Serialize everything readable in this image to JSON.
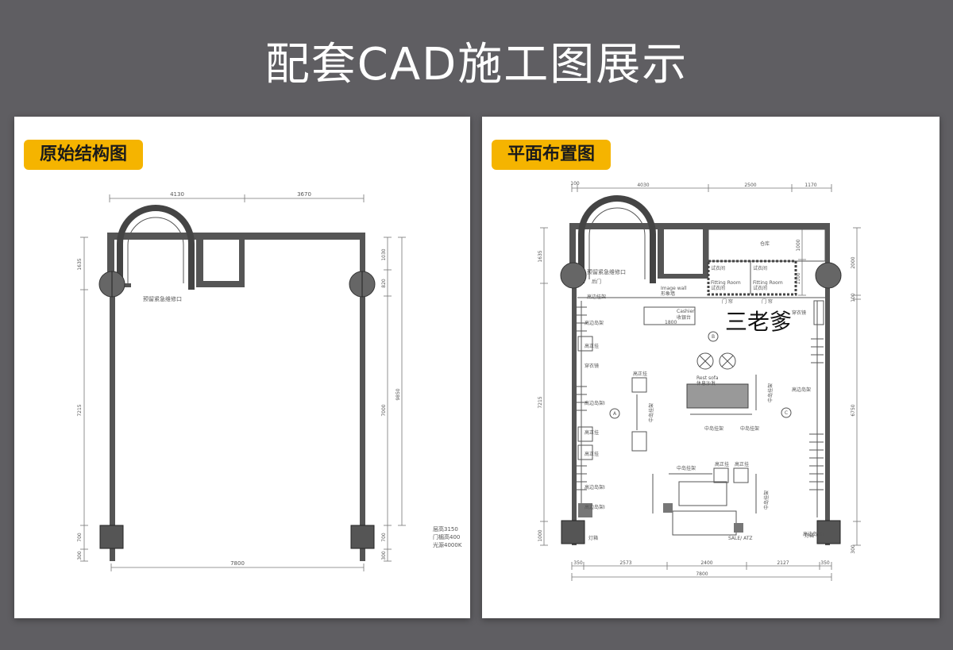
{
  "title": "配套CAD施工图展示",
  "colors": {
    "background": "#5f5e62",
    "label": "#f5b400",
    "panel": "#ffffff"
  },
  "panels": {
    "left": {
      "label": "原始结构图",
      "dims_top": [
        "4130",
        "3670"
      ],
      "dims_bottom": [
        "7800"
      ],
      "dims_left": [
        "1635",
        "7215",
        "700",
        "300"
      ],
      "dims_right": [
        "1030",
        "820",
        "7000",
        "9850",
        "700",
        "300"
      ],
      "emergency_label": "预留紧急维修口",
      "notes": [
        "层高3150",
        "门楣高400",
        "光源4000K"
      ]
    },
    "right": {
      "label": "平面布置图",
      "dims_top": [
        "100",
        "4030",
        "2500",
        "1170"
      ],
      "dims_bottom_1": [
        "350",
        "2573",
        "2400",
        "2127",
        "350"
      ],
      "dims_bottom_2": [
        "7800"
      ],
      "dims_left": [
        "1635",
        "7215",
        "1000"
      ],
      "dims_right": [
        "1000",
        "1100",
        "2000",
        "100",
        "6750",
        "300"
      ],
      "emergency_label": "预留紧急维修口",
      "brand": "三老爹",
      "rooms": {
        "storage": "仓库",
        "fitting_1": "试衣间",
        "fitting_2": "试衣间",
        "fitting_room_1_en": "Fitting Room",
        "fitting_room_1": "试衣间",
        "fitting_room_2_en": "Fitting Room",
        "fitting_room_2": "试衣间",
        "door_left": "门 帘",
        "door_right": "门 帘",
        "back_door": "后门",
        "image_wall_en": "Image wall",
        "image_wall": "形象墙",
        "cashier_en": "Cashier",
        "cashier": "收银台",
        "cashier_width": "1800",
        "rest_sofa_en": "Rest sofa",
        "rest_sofa": "休息沙发"
      },
      "fixtures": {
        "high_side_1": "高边挂架",
        "high_side_2": "高边岛架",
        "high_side_3": "高边岛架I",
        "high_side_4": "高边岛架I",
        "high_side_5": "高边岛架I",
        "high_side_6": "高边岛架",
        "high_side_7": "高边岛架I",
        "high_front_1": "高正挂",
        "high_front_2": "高正挂",
        "high_front_3": "高正挂",
        "high_front_4": "高正挂",
        "high_front_5": "高正挂",
        "high_front_6": "高正挂",
        "mirror_1": "穿衣镜",
        "mirror_2": "穿衣镜",
        "mid_island_1": "中岛挂架",
        "mid_island_2": "中岛挂架",
        "mid_island_3": "中岛挂架",
        "mid_island_4": "中岛挂架",
        "mid_island_5": "中岛挂架",
        "mid_island_6": "中岛挂架",
        "light_box_1": "灯箱",
        "light_box_2": "灯箱",
        "sale_table": "SALE/ ATZ"
      },
      "markers": [
        "A",
        "B",
        "C"
      ]
    }
  }
}
